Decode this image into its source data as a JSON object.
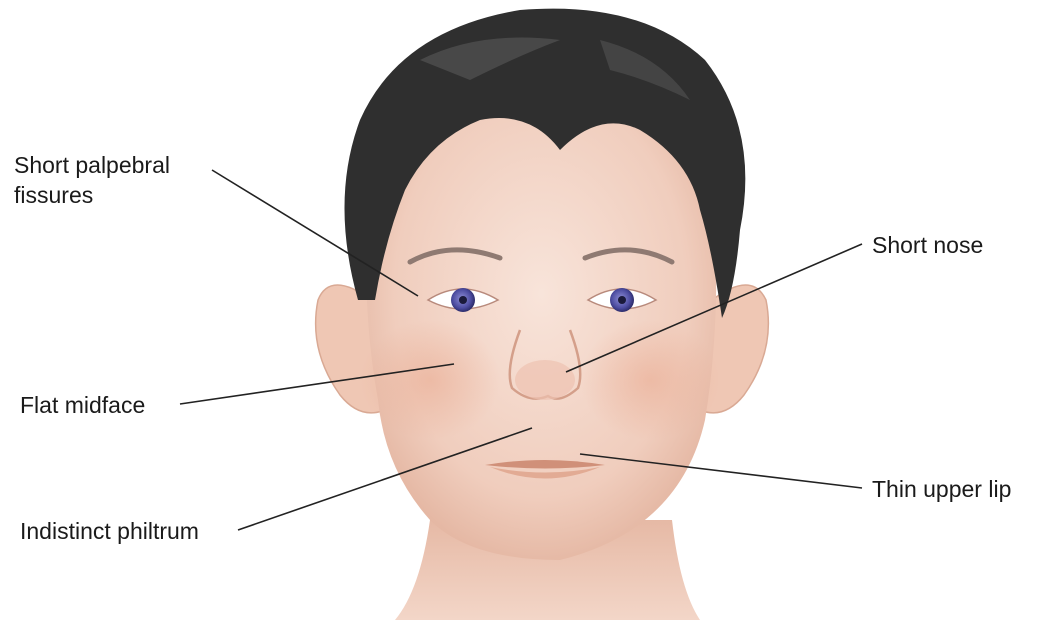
{
  "labels": {
    "short_palpebral_fissures": "Short palpebral\nfissures",
    "short_nose": "Short nose",
    "flat_midface": "Flat midface",
    "thin_upper_lip": "Thin upper lip",
    "indistinct_philtrum": "Indistinct philtrum"
  },
  "colors": {
    "background": "#ffffff",
    "skin": "#f3d6c8",
    "skin_shadow": "#e6b9a5",
    "hair": "#2f2f2f",
    "iris": "#5a5aa8",
    "lip": "#d9a184",
    "text": "#1a1a1a",
    "leader_line": "#222222"
  }
}
